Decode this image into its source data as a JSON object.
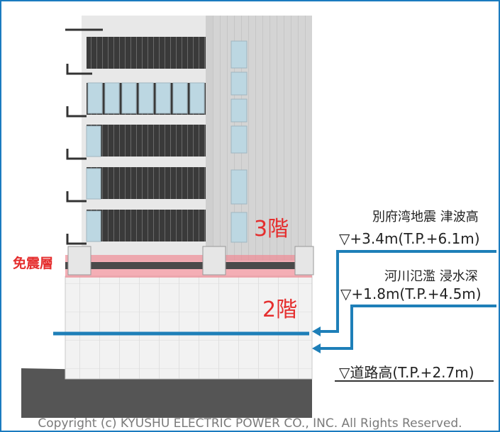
{
  "labels": {
    "seismic_isolation": "免震層",
    "floor3": "3階",
    "floor2": "2階",
    "beppu_title": "別府湾地震 津波高",
    "beppu_level": "▽+3.4m(T.P.+6.1m)",
    "river_title": "河川氾濫 浸水深",
    "river_level": "▽+1.8m(T.P.+4.5m)",
    "road_level": "▽道路高(T.P.+2.7m)"
  },
  "copyright": "Copyright (c) KYUSHU ELECTRIC POWER CO., INC. All Rights Reserved.",
  "colors": {
    "frame": "#1a7bbf",
    "flood_line": "#1e7fb8",
    "isolation_band": "#f08c96",
    "label_red": "#e52e2e"
  }
}
